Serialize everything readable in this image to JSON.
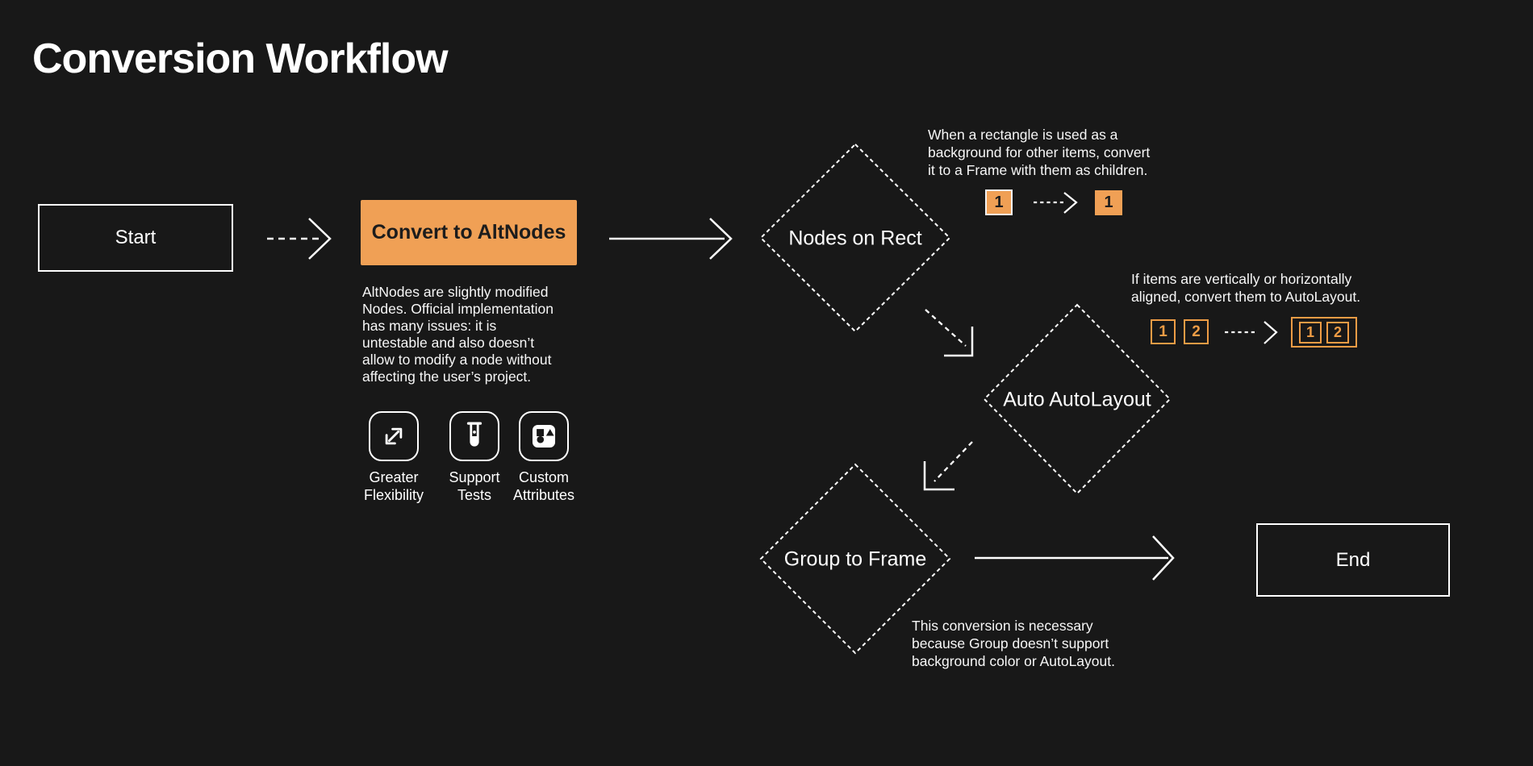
{
  "title": "Conversion Workflow",
  "colors": {
    "background": "#181818",
    "accent_orange": "#F0A055",
    "outline_orange": "#EE9C45",
    "line_white": "#FFFFFF"
  },
  "nodes": {
    "start": {
      "label": "Start"
    },
    "convert": {
      "label": "Convert to AltNodes",
      "note": "AltNodes are slightly modified\nNodes. Official implementation\nhas many issues: it is\nuntestable and also doesn’t\nallow to modify a node without\naffecting the user’s project."
    },
    "nodes_on_rect": {
      "label": "Nodes on Rect"
    },
    "auto_autolayout": {
      "label": "Auto AutoLayout"
    },
    "group_to_frame": {
      "label": "Group to Frame"
    },
    "end": {
      "label": "End"
    }
  },
  "features": [
    {
      "icon": "expand-arrows-icon",
      "label": "Greater\nFlexibility"
    },
    {
      "icon": "test-tube-icon",
      "label": "Support\nTests"
    },
    {
      "icon": "shapes-icon",
      "label": "Custom\nAttributes"
    }
  ],
  "annotations": {
    "nodes_on_rect": {
      "text": "When a rectangle is used as a\nbackground for other items, convert\nit to a Frame with them as children.",
      "before": "1",
      "after": "1"
    },
    "auto_autolayout": {
      "text": "If items are vertically or horizontally\naligned, convert them to AutoLayout.",
      "before": [
        "1",
        "2"
      ],
      "after": [
        "1",
        "2"
      ]
    },
    "group_to_frame": {
      "text": "This conversion is necessary\nbecause Group doesn’t support\nbackground color or AutoLayout."
    }
  }
}
